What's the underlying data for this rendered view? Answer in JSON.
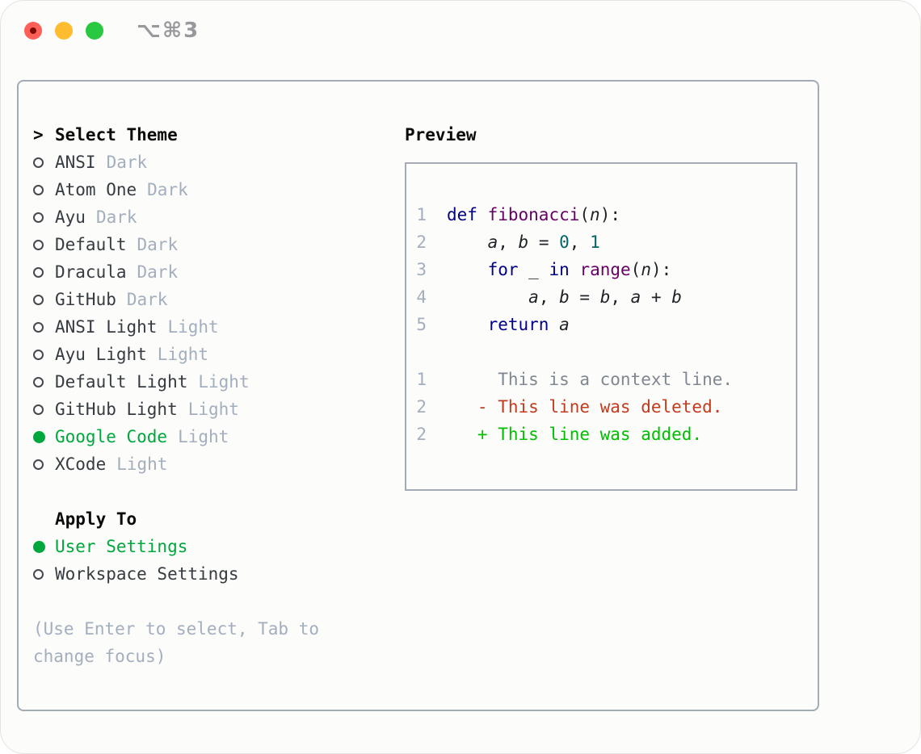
{
  "window": {
    "title": "⌥⌘3"
  },
  "theme_panel": {
    "header": {
      "prompt": ">",
      "label": "Select Theme"
    },
    "themes": [
      {
        "name": "ANSI",
        "tag": "Dark",
        "selected": false
      },
      {
        "name": "Atom One",
        "tag": "Dark",
        "selected": false
      },
      {
        "name": "Ayu",
        "tag": "Dark",
        "selected": false
      },
      {
        "name": "Default",
        "tag": "Dark",
        "selected": false
      },
      {
        "name": "Dracula",
        "tag": "Dark",
        "selected": false
      },
      {
        "name": "GitHub",
        "tag": "Dark",
        "selected": false
      },
      {
        "name": "ANSI Light",
        "tag": "Light",
        "selected": false
      },
      {
        "name": "Ayu Light",
        "tag": "Light",
        "selected": false
      },
      {
        "name": "Default Light",
        "tag": "Light",
        "selected": false
      },
      {
        "name": "GitHub Light",
        "tag": "Light",
        "selected": false
      },
      {
        "name": "Google Code",
        "tag": "Light",
        "selected": true
      },
      {
        "name": "XCode",
        "tag": "Light",
        "selected": false
      }
    ],
    "apply_to": {
      "label": "Apply To",
      "options": [
        {
          "name": "User Settings",
          "selected": true
        },
        {
          "name": "Workspace Settings",
          "selected": false
        }
      ]
    },
    "help_text": "(Use Enter to select, Tab to change focus)"
  },
  "preview": {
    "label": "Preview",
    "lines": [
      {
        "num": "1",
        "segments": [
          {
            "c": "kw",
            "t": "def"
          },
          {
            "c": "pl",
            "t": " "
          },
          {
            "c": "fn",
            "t": "fibonacci"
          },
          {
            "c": "pl",
            "t": "("
          },
          {
            "c": "id",
            "t": "n"
          },
          {
            "c": "pl",
            "t": "):"
          }
        ]
      },
      {
        "num": "2",
        "segments": [
          {
            "c": "pl",
            "t": "    "
          },
          {
            "c": "id",
            "t": "a"
          },
          {
            "c": "pl",
            "t": ", "
          },
          {
            "c": "id",
            "t": "b"
          },
          {
            "c": "pl",
            "t": " = "
          },
          {
            "c": "lit",
            "t": "0"
          },
          {
            "c": "pl",
            "t": ", "
          },
          {
            "c": "lit",
            "t": "1"
          }
        ]
      },
      {
        "num": "3",
        "segments": [
          {
            "c": "pl",
            "t": "    "
          },
          {
            "c": "kw",
            "t": "for"
          },
          {
            "c": "pl",
            "t": " "
          },
          {
            "c": "id",
            "t": "_"
          },
          {
            "c": "pl",
            "t": " "
          },
          {
            "c": "kw",
            "t": "in"
          },
          {
            "c": "pl",
            "t": " "
          },
          {
            "c": "fn",
            "t": "range"
          },
          {
            "c": "pl",
            "t": "("
          },
          {
            "c": "id",
            "t": "n"
          },
          {
            "c": "pl",
            "t": "):"
          }
        ]
      },
      {
        "num": "4",
        "segments": [
          {
            "c": "pl",
            "t": "        "
          },
          {
            "c": "id",
            "t": "a"
          },
          {
            "c": "pl",
            "t": ", "
          },
          {
            "c": "id",
            "t": "b"
          },
          {
            "c": "pl",
            "t": " = "
          },
          {
            "c": "id",
            "t": "b"
          },
          {
            "c": "pl",
            "t": ", "
          },
          {
            "c": "id",
            "t": "a"
          },
          {
            "c": "pl",
            "t": " + "
          },
          {
            "c": "id",
            "t": "b"
          }
        ]
      },
      {
        "num": "5",
        "segments": [
          {
            "c": "pl",
            "t": "    "
          },
          {
            "c": "kw",
            "t": "return"
          },
          {
            "c": "pl",
            "t": " "
          },
          {
            "c": "id",
            "t": "a"
          }
        ]
      },
      {
        "num": "",
        "segments": []
      },
      {
        "num": "1",
        "segments": [
          {
            "c": "ctx",
            "t": "     This is a context line."
          }
        ]
      },
      {
        "num": "2",
        "segments": [
          {
            "c": "del",
            "t": "   - This line was deleted."
          }
        ]
      },
      {
        "num": "2",
        "segments": [
          {
            "c": "add",
            "t": "   + This line was added."
          }
        ]
      }
    ]
  },
  "colors": {
    "accent_green": "#00a73c",
    "added_green": "#00bf00",
    "deleted_red": "#c43a1d",
    "context_gray": "#7f8790",
    "muted": "#a3aebe",
    "keyword": "#000088",
    "function": "#660066",
    "literal": "#006666",
    "plain": "#1f2328",
    "item_text": "#363b41",
    "border_gray": "#a2abb6",
    "title_gray": "#98989d"
  }
}
